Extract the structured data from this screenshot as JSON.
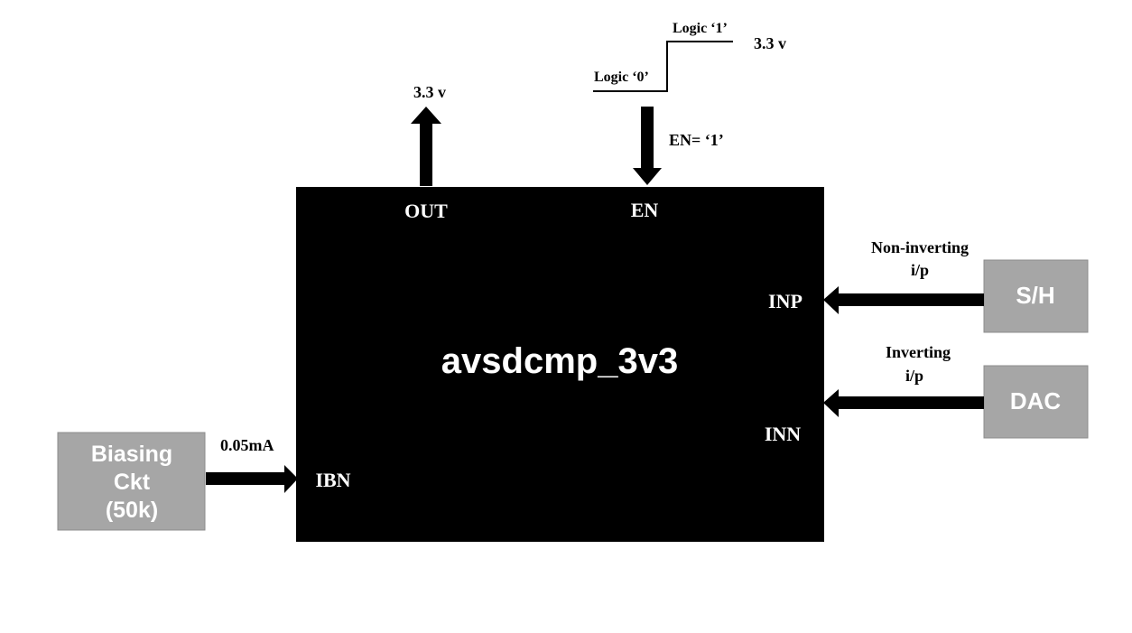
{
  "main_block": {
    "title": "avsdcmp_3v3",
    "fill": "#000000",
    "text_color": "#ffffff",
    "pins": {
      "out": "OUT",
      "en": "EN",
      "inp": "INP",
      "inn": "INN",
      "ibn": "IBN"
    }
  },
  "blocks": {
    "biasing": {
      "lines": [
        "Biasing",
        "Ckt",
        "(50k)"
      ],
      "fill": "#a6a6a6"
    },
    "sh": {
      "label": "S/H",
      "fill": "#a6a6a6"
    },
    "dac": {
      "label": "DAC",
      "fill": "#a6a6a6"
    }
  },
  "annotations": {
    "out_voltage": "3.3 v",
    "en_value": "EN= ‘1’",
    "logic_0": "Logic ‘0’",
    "logic_1": "Logic ‘1’",
    "logic_high_voltage": "3.3 v",
    "bias_current": "0.05mA",
    "non_inverting": [
      "Non-inverting",
      "i/p"
    ],
    "inverting": [
      "Inverting",
      "i/p"
    ]
  }
}
